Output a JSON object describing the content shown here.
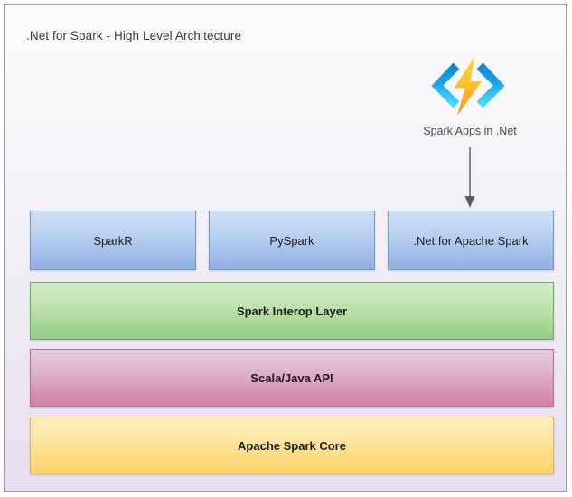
{
  "diagram": {
    "title": ".Net for Spark - High Level Architecture",
    "logo": {
      "icon_name": "spark-dotnet-code-brackets-lightning-icon",
      "caption": "Spark Apps in .Net",
      "colors": {
        "bracket_top": "#0f7fd4",
        "bracket_bottom": "#50e6ff",
        "bolt_top": "#ffd33d",
        "bolt_bottom": "#f7941e"
      }
    },
    "arrow": {
      "name": "flow-arrow-down",
      "color": "#6e6e6e",
      "from": "Spark Apps in .Net",
      "to": ".Net for Apache Spark"
    },
    "api_row": [
      {
        "label": "SparkR",
        "color": "#9dbbe8"
      },
      {
        "label": "PySpark",
        "color": "#9dbbe8"
      },
      {
        "label": ".Net for Apache Spark",
        "color": "#9dbbe8"
      }
    ],
    "layers": [
      {
        "label": "Spark Interop Layer",
        "color": "#a2d593"
      },
      {
        "label": "Scala/Java API",
        "color": "#d58fb2"
      },
      {
        "label": "Apache Spark Core",
        "color": "#fcd978"
      }
    ],
    "frame": {
      "border_color": "#9a9aa5",
      "background_top": "#fbfbfc",
      "background_bottom": "#e6dff0"
    }
  }
}
